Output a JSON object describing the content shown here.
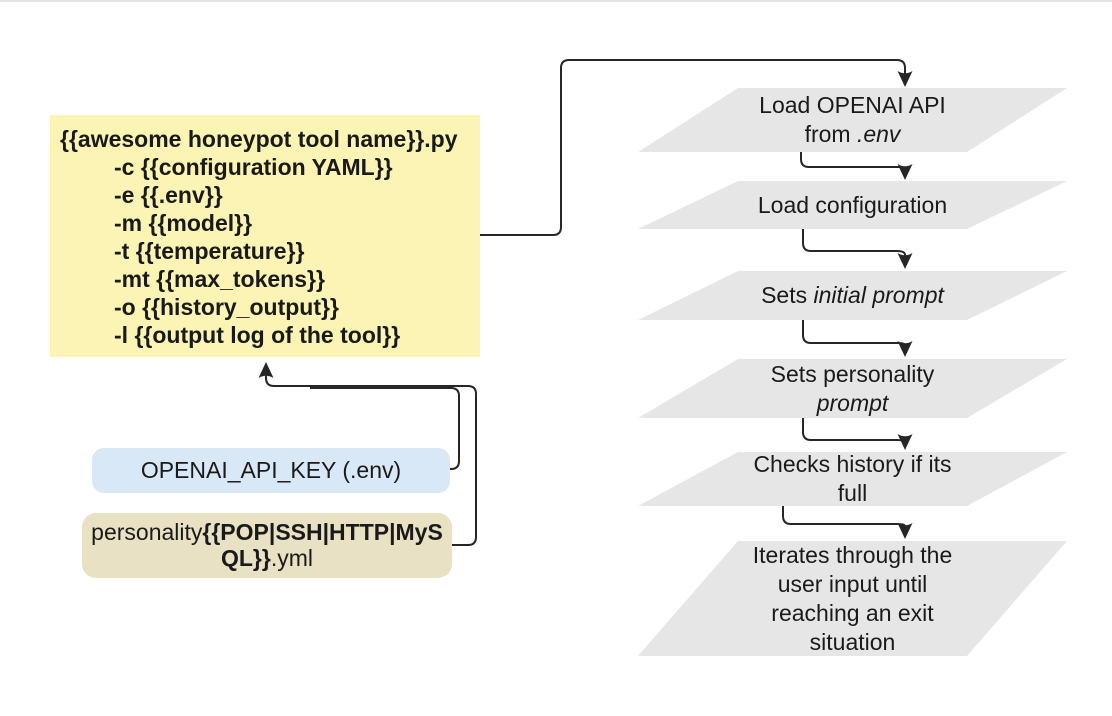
{
  "colors": {
    "yellow": "#fbf4b4",
    "blue": "#d9e8f6",
    "tan": "#e9e1c3",
    "gray": "#e6e6e6",
    "line": "#262626",
    "text": "#1a1a1a",
    "hairline": "#e3e3e3",
    "bg": "#ffffff"
  },
  "tool_box": {
    "title": "{{awesome honeypot tool name}}.py",
    "options": [
      "-c {{configuration YAML}}",
      "-e {{.env}}",
      "-m {{model}}",
      "-t {{temperature}}",
      "-mt {{max_tokens}}",
      "-o {{history_output}}",
      "-l {{output log of the tool}}"
    ]
  },
  "api_key_box": {
    "label": "OPENAI_API_KEY (.env)"
  },
  "personality_box": {
    "prefix": "personality",
    "bold_part": "{{POP|SSH|HTTP|MySQL}}",
    "suffix": ".yml",
    "full_text": "personality{{POP|SSH|HTTP|MySQL}}.yml"
  },
  "flowchart": {
    "steps": [
      {
        "id": "load-openai-api",
        "label": "Load OPENAI API from .env",
        "lines": [
          {
            "parts": [
              {
                "t": "Load OPENAI API"
              }
            ]
          },
          {
            "parts": [
              {
                "t": "from "
              },
              {
                "t": ".env",
                "i": true
              }
            ]
          }
        ]
      },
      {
        "id": "load-configuration",
        "label": "Load configuration",
        "lines": [
          {
            "parts": [
              {
                "t": "Load configuration"
              }
            ]
          }
        ]
      },
      {
        "id": "sets-initial-prompt",
        "label": "Sets initial prompt",
        "lines": [
          {
            "parts": [
              {
                "t": "Sets "
              },
              {
                "t": "initial prompt",
                "i": true
              }
            ]
          }
        ]
      },
      {
        "id": "sets-personality-prompt",
        "label": "Sets personality prompt",
        "lines": [
          {
            "parts": [
              {
                "t": "Sets personality"
              }
            ]
          },
          {
            "parts": [
              {
                "t": "prompt",
                "i": true
              }
            ]
          }
        ]
      },
      {
        "id": "checks-history-if-full",
        "label": "Checks history if its full",
        "lines": [
          {
            "parts": [
              {
                "t": "Checks history if its"
              }
            ]
          },
          {
            "parts": [
              {
                "t": "full"
              }
            ]
          }
        ]
      },
      {
        "id": "iterates-until-exit",
        "label": "Iterates through the user input until reaching an exit situation",
        "lines": [
          {
            "parts": [
              {
                "t": "Iterates through the"
              }
            ]
          },
          {
            "parts": [
              {
                "t": "user input until"
              }
            ]
          },
          {
            "parts": [
              {
                "t": "reaching an exit"
              }
            ]
          },
          {
            "parts": [
              {
                "t": "situation"
              }
            ]
          }
        ]
      }
    ]
  }
}
